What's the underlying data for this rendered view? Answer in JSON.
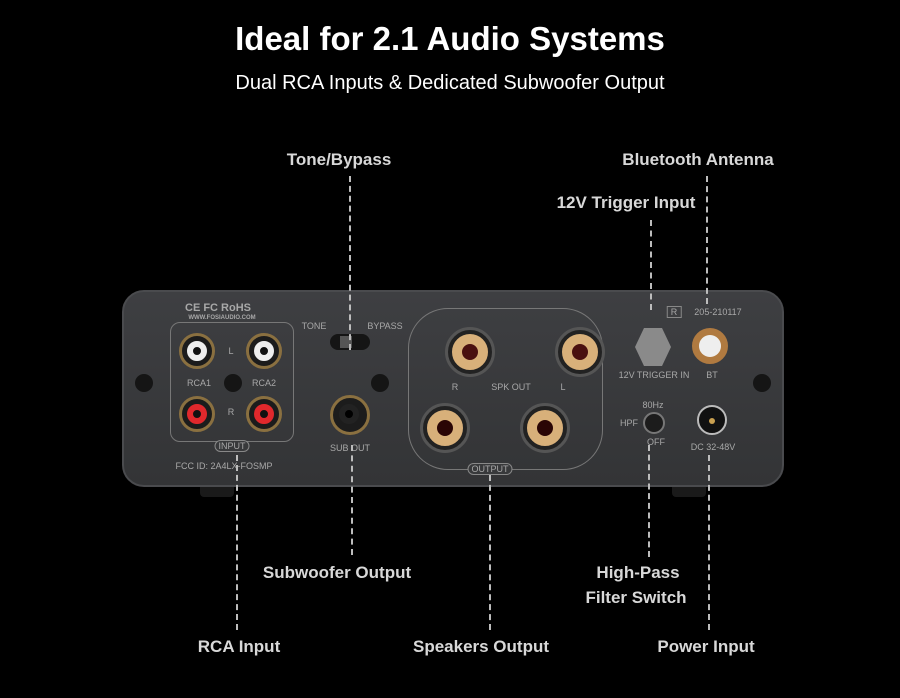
{
  "header": {
    "title": "Ideal for 2.1 Audio Systems",
    "subtitle": "Dual RCA Inputs & Dedicated Subwoofer Output"
  },
  "callouts": {
    "tone_bypass": "Tone/Bypass",
    "bluetooth_antenna": "Bluetooth Antenna",
    "trigger_input": "12V Trigger Input",
    "subwoofer_output": "Subwoofer Output",
    "high_pass_line1": "High-Pass",
    "high_pass_line2": "Filter Switch",
    "rca_input": "RCA Input",
    "speakers_output": "Speakers Output",
    "power_input": "Power Input"
  },
  "panel": {
    "certs": "CE FC RoHS",
    "website": "WWW.FOSIAUDIO.COM",
    "tone": "TONE",
    "bypass": "BYPASS",
    "l": "L",
    "r": "R",
    "rca1": "RCA1",
    "rca2": "RCA2",
    "input": "INPUT",
    "fcc": "FCC ID:  2A4LX-FOSMP",
    "sub_out": "SUB OUT",
    "spk_r": "R",
    "spk_out": "SPK OUT",
    "spk_l": "L",
    "output": "OUTPUT",
    "r_mark": "R",
    "cert_no": "205-210117",
    "trigger": "12V TRIGGER IN",
    "bt": "BT",
    "hz": "80Hz",
    "hpf": "HPF",
    "off": "OFF",
    "dc": "DC 32-48V"
  }
}
